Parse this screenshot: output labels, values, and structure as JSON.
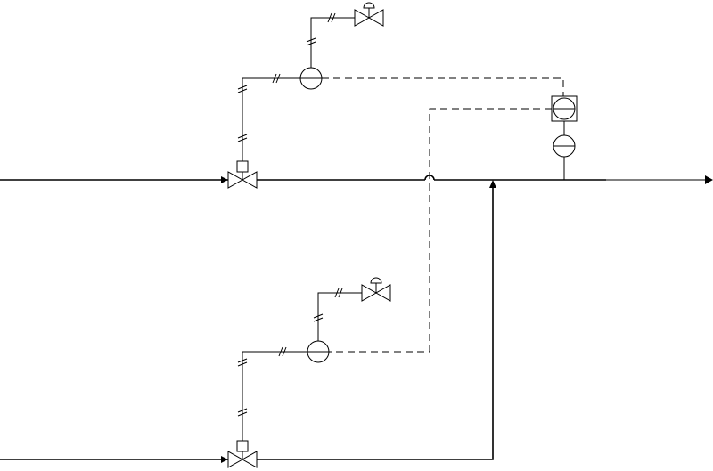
{
  "diagram": {
    "kind": "piping-and-instrumentation",
    "colors": {
      "line": "#000000",
      "background": "#ffffff"
    },
    "symbols": [
      "main-process-line",
      "bottom-process-line",
      "upper-control-valve",
      "lower-control-valve",
      "upper-controller",
      "lower-controller",
      "upper-hand-valve",
      "lower-hand-valve",
      "flow-element",
      "ratio-station",
      "signal-line-dashed",
      "pneumatic-signal-line"
    ]
  }
}
